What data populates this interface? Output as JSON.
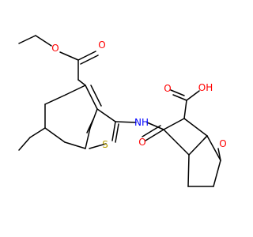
{
  "colors": {
    "bond": "#000000",
    "oxygen": "#ff0000",
    "nitrogen": "#0000ff",
    "sulfur": "#b8a000",
    "background": "#ffffff"
  },
  "atoms": {
    "ester_o_single": "O",
    "ester_o_double": "O",
    "amide_nh": "NH",
    "thiophene_s": "S",
    "amide_o": "O",
    "acid_oh": "OH",
    "acid_o_double": "O",
    "bridge_o": "O"
  }
}
